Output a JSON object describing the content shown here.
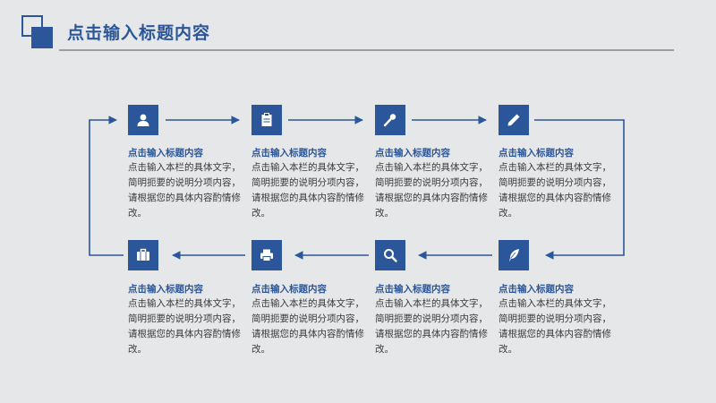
{
  "header": {
    "title": "点击输入标题内容"
  },
  "colors": {
    "accent": "#2b579a",
    "background": "#e6e7e9",
    "rule": "#9a9ca1",
    "text": "#3a3a3a"
  },
  "steps": [
    {
      "icon": "user-icon",
      "title": "点击输入标题内容",
      "desc": "点击输入本栏的具体文字，简明扼要的说明分项内容，请根据您的具体内容酌情修改。"
    },
    {
      "icon": "clipboard-icon",
      "title": "点击输入标题内容",
      "desc": "点击输入本栏的具体文字，简明扼要的说明分项内容，请根据您的具体内容酌情修改。"
    },
    {
      "icon": "microphone-icon",
      "title": "点击输入标题内容",
      "desc": "点击输入本栏的具体文字，简明扼要的说明分项内容，请根据您的具体内容酌情修改。"
    },
    {
      "icon": "pencil-icon",
      "title": "点击输入标题内容",
      "desc": "点击输入本栏的具体文字，简明扼要的说明分项内容，请根据您的具体内容酌情修改。"
    },
    {
      "icon": "feather-icon",
      "title": "点击输入标题内容",
      "desc": "点击输入本栏的具体文字，简明扼要的说明分项内容，请根据您的具体内容酌情修改。"
    },
    {
      "icon": "search-icon",
      "title": "点击输入标题内容",
      "desc": "点击输入本栏的具体文字，简明扼要的说明分项内容，请根据您的具体内容酌情修改。"
    },
    {
      "icon": "printer-icon",
      "title": "点击输入标题内容",
      "desc": "点击输入本栏的具体文字，简明扼要的说明分项内容，请根据您的具体内容酌情修改。"
    },
    {
      "icon": "briefcase-icon",
      "title": "点击输入标题内容",
      "desc": "点击输入本栏的具体文字，简明扼要的说明分项内容，请根据您的具体内容酌情修改。"
    }
  ]
}
